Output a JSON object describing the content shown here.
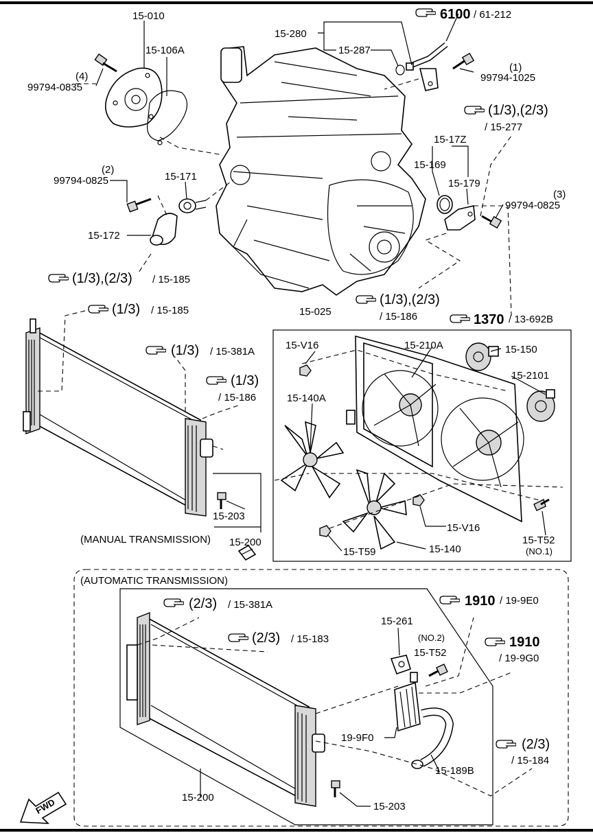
{
  "labels": {
    "p15_010": "15-010",
    "p15_106a": "15-106A",
    "p15_280": "15-280",
    "p15_287": "15-287",
    "ref6100": "6100",
    "ref6100_sub": "/ 61-212",
    "qty1": "(1)",
    "b99794_1025": "99794-1025",
    "qty4": "(4)",
    "b99794_0835": "99794-0835",
    "ref_13_23_a": "(1/3),(2/3)",
    "ref_15_277": "/ 15-277",
    "p15_17z": "15-17Z",
    "p15_169": "15-169",
    "p15_179": "15-179",
    "qty3": "(3)",
    "b99794_0825_r": "99794-0825",
    "qty2": "(2)",
    "b99794_0825_l": "99794-0825",
    "p15_171": "15-171",
    "p15_172": "15-172",
    "ref_13_23_b": "(1/3),(2/3)",
    "ref_15_185_b": "/ 15-185",
    "ref_13_23_c": "(1/3),(2/3)",
    "ref_15_186_c": "/ 15-186",
    "ref1370": "1370",
    "ref1370_sub": "/ 13-692B",
    "ref_13_d": "(1/3)",
    "ref_15_185_d": "/ 15-185",
    "p15_025": "15-025",
    "ref_13_e": "(1/3)",
    "ref_15_381a_e": "/ 15-381A",
    "ref_13_f": "(1/3)",
    "ref_15_186_f": "/ 15-186",
    "p15_v16_a": "15-V16",
    "p15_210a": "15-210A",
    "p15_150": "15-150",
    "p15_2101": "15-2101",
    "p15_140a": "15-140A",
    "p15_203_a": "15-203",
    "manual": "(MANUAL TRANSMISSION)",
    "p15_200_a": "15-200",
    "p15_v16_b": "15-V16",
    "p15_t52_a": "15-T52",
    "no1": "(NO.1)",
    "p15_t59": "15-T59",
    "p15_140": "15-140",
    "automatic": "(AUTOMATIC TRANSMISSION)",
    "ref_23_g": "(2/3)",
    "ref_15_381a_g": "/ 15-381A",
    "ref1910_a": "1910",
    "ref1910_a_sub": "/ 19-9E0",
    "ref_23_h": "(2/3)",
    "ref_15_183": "/ 15-183",
    "p15_261": "15-261",
    "no2": "(NO.2)",
    "p15_t52_b": "15-T52",
    "ref1910_b": "1910",
    "ref1910_b_sub": "/ 19-9G0",
    "p19_9f0": "19-9F0",
    "p15_189b": "15-189B",
    "ref_23_i": "(2/3)",
    "ref_15_184": "/ 15-184",
    "p15_200_b": "15-200",
    "p15_203_b": "15-203",
    "fwd": "FWD"
  }
}
